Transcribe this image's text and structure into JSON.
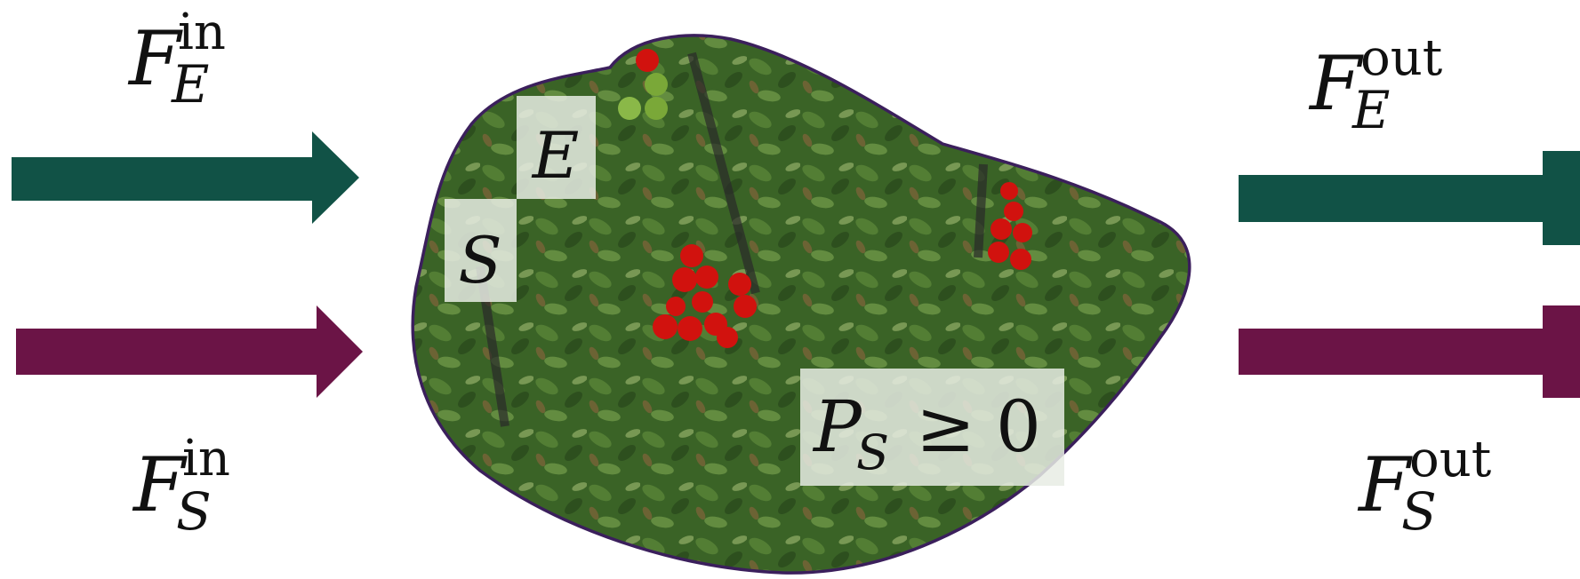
{
  "colors": {
    "energy_flow": "#115246",
    "substance_flow": "#6b1446",
    "blob_outline": "#3b1f5c",
    "label_box": "#e7ece4"
  },
  "labels": {
    "energy_in": {
      "base": "F",
      "sub": "E",
      "sup": "in"
    },
    "energy_out": {
      "base": "F",
      "sub": "E",
      "sup": "out"
    },
    "substance_in": {
      "base": "F",
      "sub": "S",
      "sup": "in"
    },
    "substance_out": {
      "base": "F",
      "sub": "S",
      "sup": "out"
    },
    "energy_box": "E",
    "substance_box": "S",
    "production": {
      "base": "P",
      "sub": "S",
      "rel": "≥",
      "rhs": "0"
    }
  },
  "background_image": "tomato-plant-photo"
}
